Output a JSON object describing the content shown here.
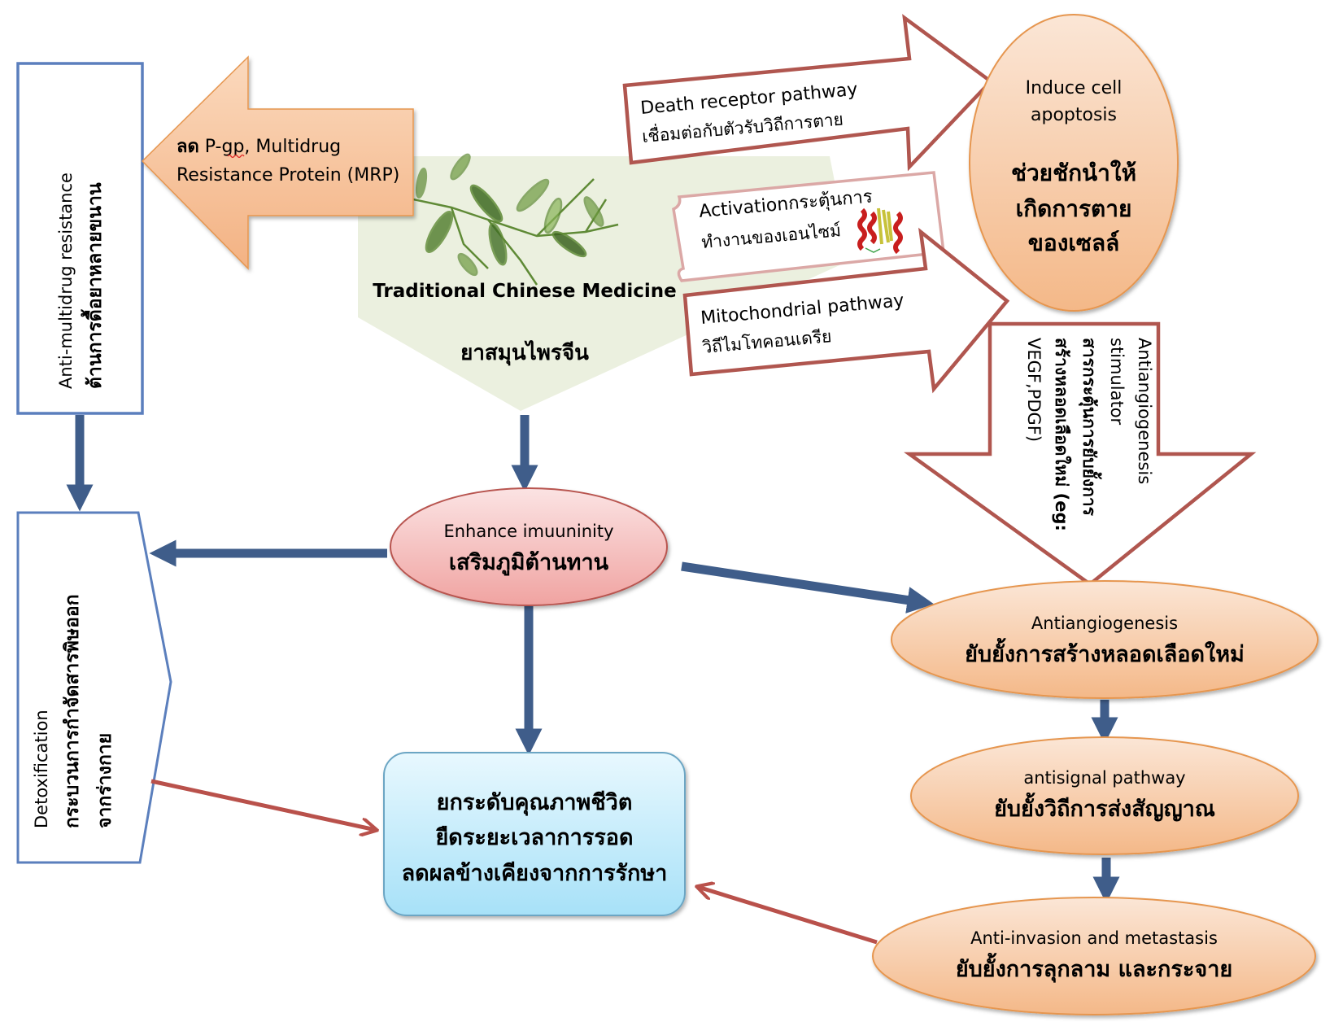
{
  "diagram": {
    "title": "Traditional Chinese Medicine anticancer mechanisms",
    "center": {
      "en": "Traditional Chinese Medicine",
      "th": "ยาสมุนไพรจีน",
      "image": "herb-plant-icon"
    },
    "mdr_arrow": {
      "line1_bold": "ลด",
      "line1_rest": " P-gp, Multidrug",
      "line2": "Resistance Protein (MRP)"
    },
    "anti_mdr_box": {
      "en": "Anti-multidrug resistance",
      "th": "ต้านการดื้อยาหลายขนาน"
    },
    "detox_box": {
      "en": "Detoxification",
      "th1": "กระบวนการกำจัดสารพิษออก",
      "th2": "จากร่างกาย"
    },
    "death_receptor": {
      "en": "Death receptor pathway",
      "th": "เชื่อมต่อกับตัวรับวิถีการตาย"
    },
    "activation": {
      "line1": "Activationกระตุ้นการ",
      "line2": "ทำงานของเอนไซม์",
      "image": "enzyme-protein-icon"
    },
    "mitochondrial": {
      "en": "Mitochondrial  pathway",
      "th": "วิถีไมโทคอนเดรีย"
    },
    "apoptosis": {
      "en1": "Induce cell",
      "en2": "apoptosis",
      "th1": "ช่วยชักนำให้",
      "th2": "เกิดการตาย",
      "th3": "ของเซลล์"
    },
    "angio_stimulator": {
      "en1": "Antiangiogenesis",
      "en2": "stimulator",
      "th1": "สารกระตุ้นการยับยั้งการ",
      "th2": "สร้างหลอดเลือดใหม่ (eg:",
      "th3": "VEGF,PDGF)"
    },
    "immunity": {
      "en": "Enhance  imuuninity",
      "th": "เสริมภูมิต้านทาน"
    },
    "quality": {
      "line1": "ยกระดับคุณภาพชีวิต",
      "line2": "ยืดระยะเวลาการรอด",
      "line3": "ลดผลข้างเคียงจากการรักษา"
    },
    "antiangiogenesis": {
      "en": "Antiangiogenesis",
      "th": "ยับยั้งการสร้างหลอดเลือดใหม่"
    },
    "antisignal": {
      "en": "antisignal  pathway",
      "th": "ยับยั้งวิถีการส่งสัญญาณ"
    },
    "anti_invasion": {
      "en": "Anti-invasion  and metastasis",
      "th": "ยับยั้งการลุกลาม และกระจาย"
    }
  },
  "colors": {
    "blue_border": "#5b7fbd",
    "blue_arrow": "#3f5d8a",
    "red_border": "#b0564f",
    "red_arrow": "#b9514b",
    "orange_fill_top": "#fbe3cf",
    "orange_fill_bottom": "#f4b98a",
    "orange_border": "#e6964f",
    "pink_fill_top": "#fbe1e1",
    "pink_fill_bottom": "#f1a5a3",
    "pink_border": "#b85450",
    "light_blue_top": "#e6f7fd",
    "light_blue_bottom": "#a9e2f8",
    "light_blue_border": "#6ca6c4",
    "green_pentagon": "#ebf0df"
  }
}
